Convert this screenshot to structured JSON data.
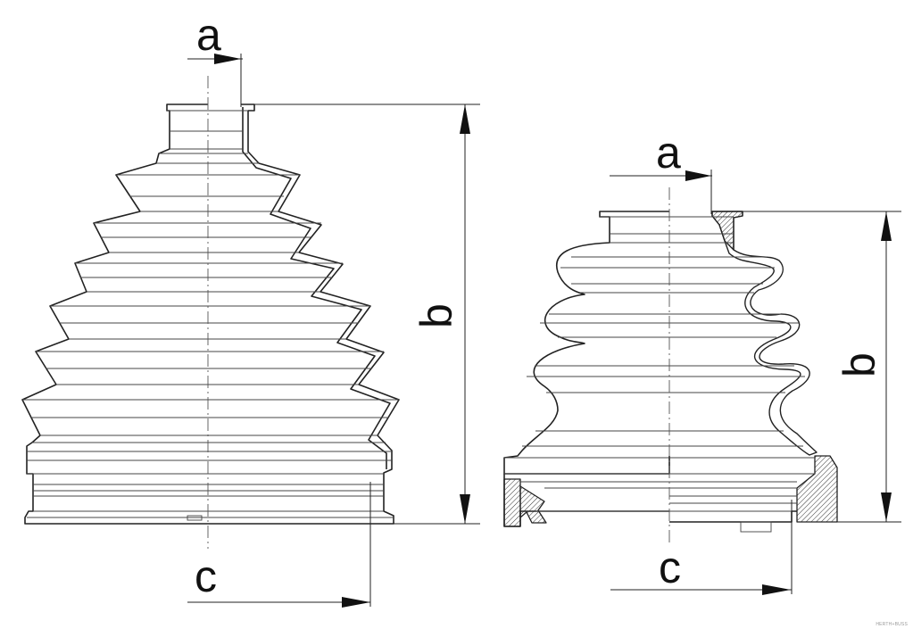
{
  "left_boot": {
    "dim_a": "a",
    "dim_b": "b",
    "dim_c": "c"
  },
  "right_boot": {
    "dim_a": "a",
    "dim_b": "b",
    "dim_c": "c"
  },
  "watermark": "HERTH+BUSS",
  "colors": {
    "line": "#222222",
    "background": "#ffffff"
  }
}
